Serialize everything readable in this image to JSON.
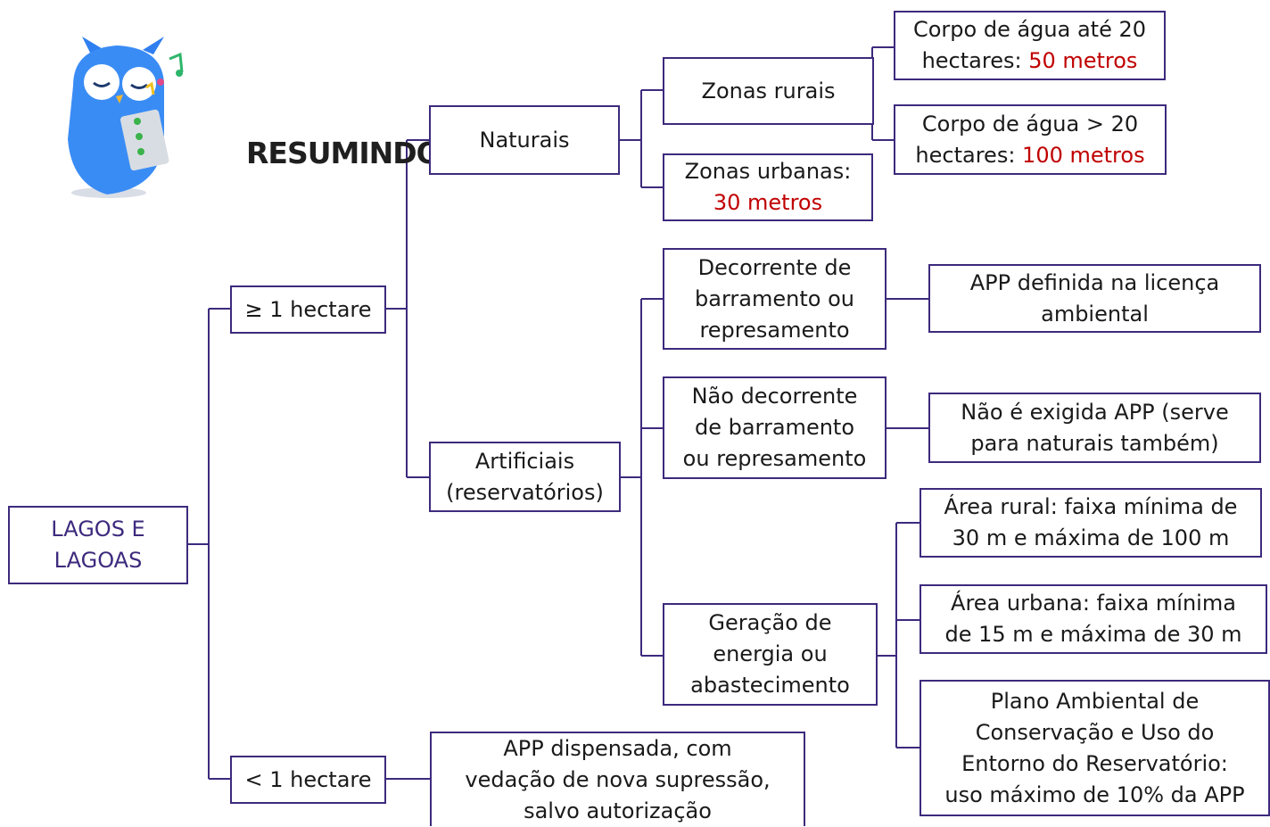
{
  "logo": {
    "text": "RESUMINDO",
    "icon": "owl-mascot-icon"
  },
  "colors": {
    "border": "#3d2a7d",
    "highlight": "#c00000",
    "root_text": "#3d2a7d"
  },
  "nodes": {
    "root": {
      "l1": "LAGOS E",
      "l2": "LAGOAS"
    },
    "ge1": {
      "l1": "≥ 1 hectare"
    },
    "lt1": {
      "l1": "< 1 hectare"
    },
    "naturais": {
      "l1": "Naturais"
    },
    "artificiais": {
      "l1": "Artificiais",
      "l2": "(reservatórios)"
    },
    "zonas_rurais": {
      "l1": "Zonas rurais"
    },
    "zonas_urbanas": {
      "l1": "Zonas urbanas:",
      "l2": "30 metros"
    },
    "corpo_ate_20": {
      "l1": "Corpo de água até 20",
      "l2a": "hectares: ",
      "l2b": "50 metros"
    },
    "corpo_mais_20": {
      "l1": "Corpo de água > 20",
      "l2a": "hectares: ",
      "l2b": "100 metros"
    },
    "decorrente": {
      "l1": "Decorrente de",
      "l2": "barramento ou",
      "l3": "represamento"
    },
    "nao_decorrente": {
      "l1": "Não decorrente",
      "l2": "de barramento",
      "l3": "ou represamento"
    },
    "geracao": {
      "l1": "Geração de",
      "l2": "energia ou",
      "l3": "abastecimento"
    },
    "app_licenca": {
      "l1": "APP definida na licença",
      "l2": "ambiental"
    },
    "nao_exigida": {
      "l1": "Não é exigida APP (serve",
      "l2": "para naturais também)"
    },
    "area_rural": {
      "l1": "Área rural: faixa mínima de",
      "l2": "30 m e máxima de 100 m"
    },
    "area_urbana": {
      "l1": "Área urbana: faixa mínima",
      "l2": "de 15 m e máxima de 30 m"
    },
    "plano": {
      "l1": "Plano Ambiental de",
      "l2": "Conservação e Uso do",
      "l3": "Entorno do Reservatório:",
      "l4": "uso máximo de 10% da APP"
    },
    "app_dispensada": {
      "l1": "APP dispensada, com",
      "l2": "vedação de nova supressão,",
      "l3": "salvo autorização"
    }
  }
}
